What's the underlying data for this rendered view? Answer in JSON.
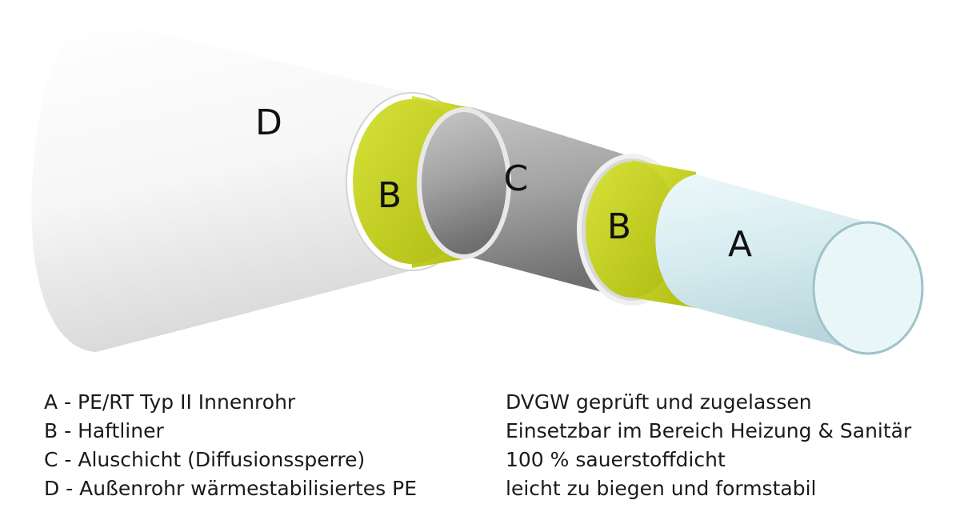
{
  "diagram": {
    "layer_labels": {
      "d": "D",
      "b_outer": "B",
      "c": "C",
      "b_inner": "B",
      "a": "A"
    }
  },
  "legend": {
    "layers": [
      "A - PE/RT Typ II Innenrohr",
      "B - Haftliner",
      "C - Aluschicht (Diffusionssperre)",
      "D - Außenrohr wärmestabilisiertes PE"
    ],
    "features": [
      "DVGW geprüft und zugelassen",
      "Einsetzbar im Bereich Heizung & Sanitär",
      "100 % sauerstoffdicht",
      "leicht zu biegen und formstabil"
    ]
  },
  "colors": {
    "outer_pe": "#f2f2f2",
    "haftliner": "#c6d31c",
    "aluminium": "#a9a9a9",
    "inner_pe": "#d8eef2"
  }
}
